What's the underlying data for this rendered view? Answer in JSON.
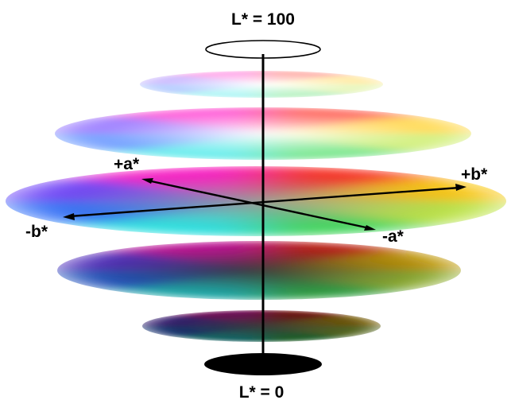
{
  "labels": {
    "top": "L* = 100",
    "bottom": "L* = 0",
    "plus_a": "+a*",
    "minus_a": "-a*",
    "plus_b": "+b*",
    "minus_b": "-b*"
  },
  "colors": {
    "axis": "#000000",
    "red": "#ff1a1a",
    "yellow": "#ffe600",
    "green": "#3ddc2a",
    "cyan": "#22e6ff",
    "blue": "#2a3cff",
    "magenta": "#ff00d8",
    "white": "#ffffff",
    "black": "#000000"
  }
}
